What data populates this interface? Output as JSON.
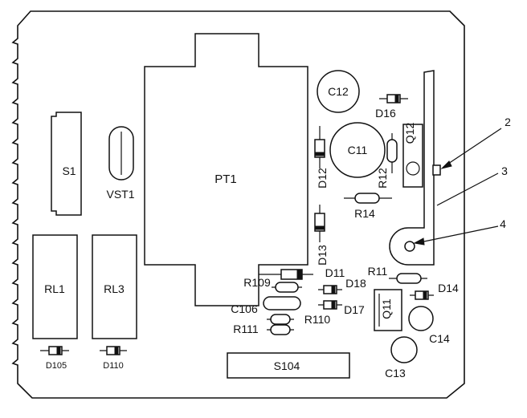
{
  "board": {
    "callouts": [
      "2",
      "3",
      "4"
    ]
  },
  "components": {
    "pt1": "PT1",
    "s1": "S1",
    "vst1": "VST1",
    "rl1": "RL1",
    "rl3": "RL3",
    "d105": "D105",
    "d110": "D110",
    "s104": "S104",
    "c12": "C12",
    "c11": "C11",
    "c106": "C106",
    "c13": "C13",
    "c14": "C14",
    "d16": "D16",
    "d12": "D12",
    "d13": "D13",
    "d11": "D11",
    "d18": "D18",
    "d17": "D17",
    "d14": "D14",
    "q12": "Q12",
    "q11": "Q11",
    "r12": "R12",
    "r14": "R14",
    "r109": "R109",
    "r110": "R110",
    "r111": "R111",
    "r11": "R11"
  }
}
